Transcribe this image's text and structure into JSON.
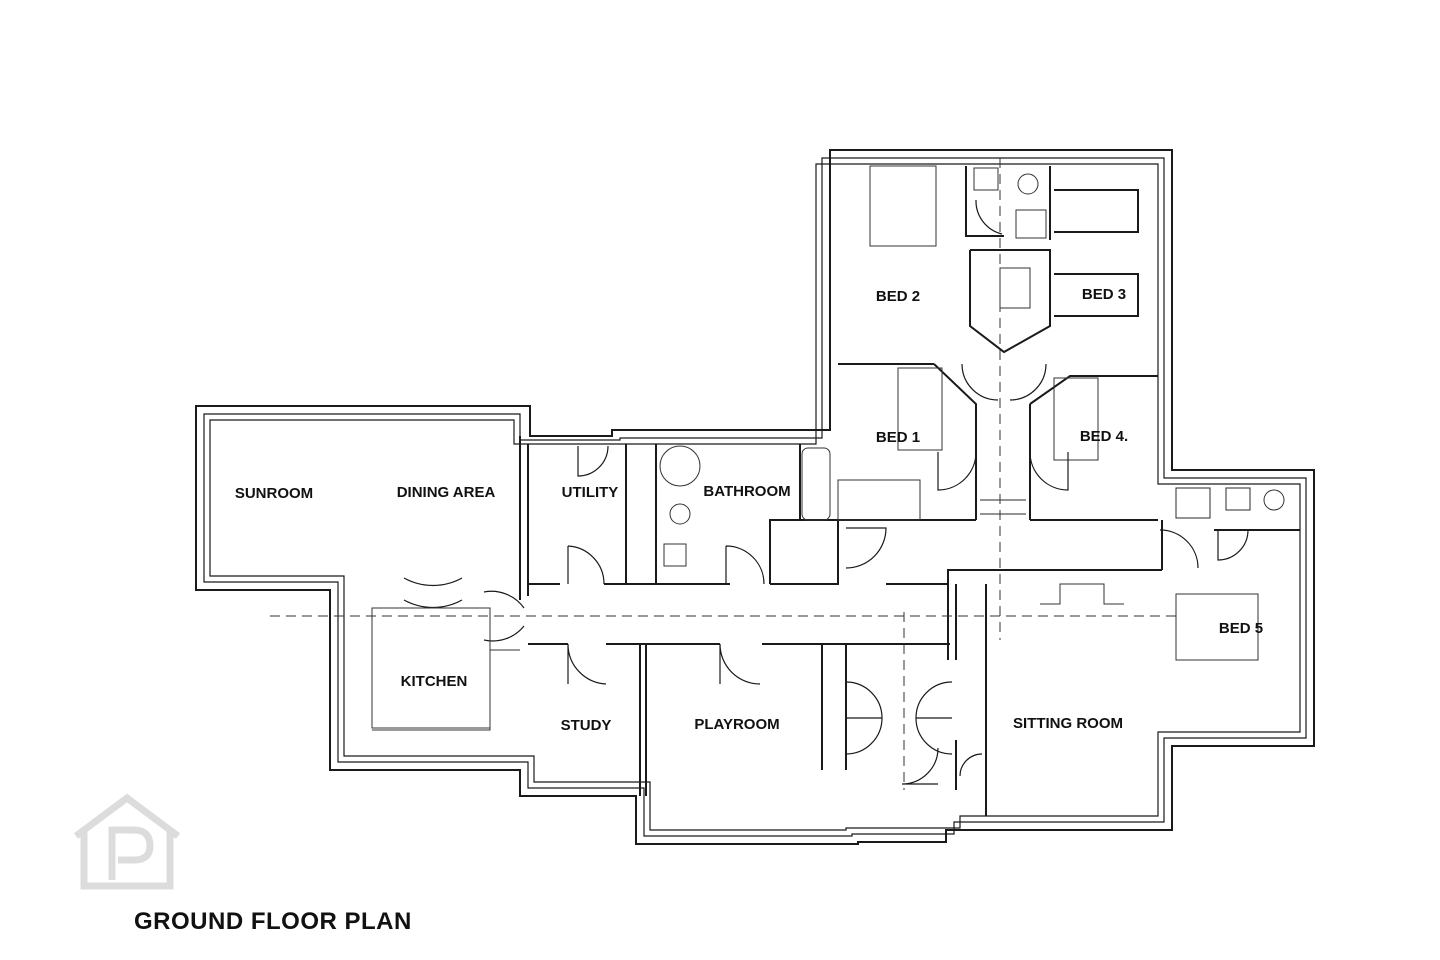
{
  "plan": {
    "title": "GROUND FLOOR PLAN",
    "rooms": {
      "sunroom": "SUNROOM",
      "dining_area": "DINING AREA",
      "utility": "UTILITY",
      "bathroom": "BATHROOM",
      "bed_1": "BED 1",
      "bed_2": "BED 2",
      "bed_3": "BED 3",
      "bed_4": "BED 4.",
      "bed_5": "BED 5",
      "kitchen": "KITCHEN",
      "study": "STUDY",
      "playroom": "PLAYROOM",
      "sitting_room": "SITTING ROOM"
    }
  },
  "watermark": {
    "icon": "property-logo-icon",
    "color": "#d9d9d9"
  }
}
